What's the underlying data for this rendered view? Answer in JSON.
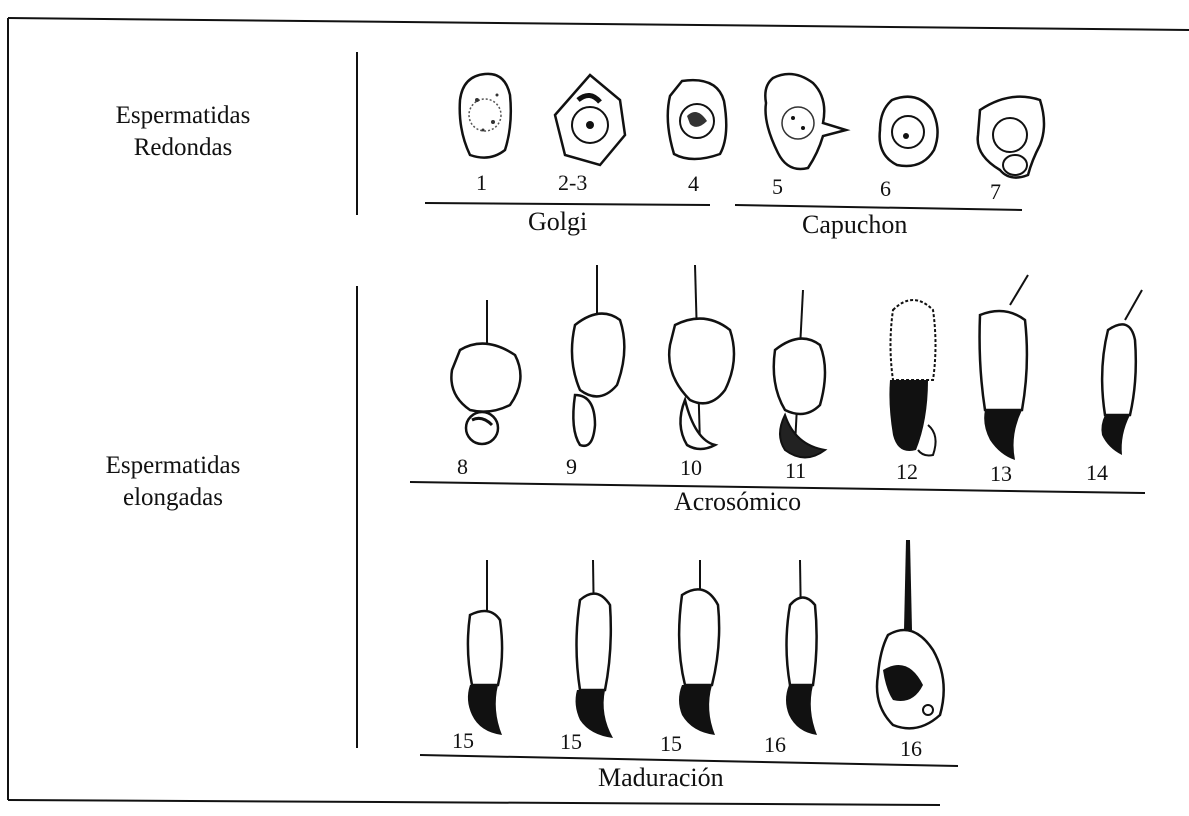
{
  "row_labels": {
    "round": [
      "Espermatidas",
      "Redondas"
    ],
    "elongated": [
      "Espermatidas",
      "elongadas"
    ]
  },
  "stage_labels": {
    "golgi": "Golgi",
    "capuchon": "Capuchon",
    "acrosomico": "Acrosómico",
    "maduracion": "Maduración"
  },
  "cell_numbers": {
    "row1": [
      "1",
      "2-3",
      "4",
      "5",
      "6",
      "7"
    ],
    "row2": [
      "8",
      "9",
      "10",
      "11",
      "12",
      "13",
      "14"
    ],
    "row3": [
      "15",
      "15",
      "15",
      "16",
      "16"
    ]
  }
}
